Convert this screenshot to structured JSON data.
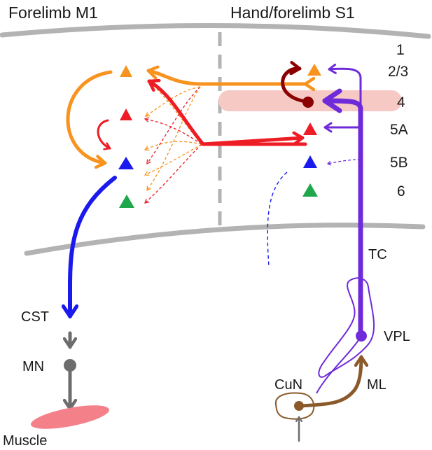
{
  "regions": {
    "m1_title": "Forelimb M1",
    "s1_title": "Hand/forelimb S1"
  },
  "layers": [
    "1",
    "2/3",
    "4",
    "5A",
    "5B",
    "6"
  ],
  "structures": {
    "tc": "TC",
    "vpl": "VPL",
    "ml": "ML",
    "cun": "CuN",
    "cst": "CST",
    "mn": "MN",
    "muscle": "Muscle"
  },
  "colors": {
    "orange": "#f7931e",
    "red": "#ee1c24",
    "dark_red": "#8b0000",
    "blue": "#1a1aee",
    "green": "#1ea84b",
    "purple": "#6f2bd9",
    "brown": "#8b5a2b",
    "gray": "#6d6d6d",
    "surface": "#b3b3b3",
    "l4_band": "#f6c9c5",
    "muscle": "#f4808a"
  }
}
